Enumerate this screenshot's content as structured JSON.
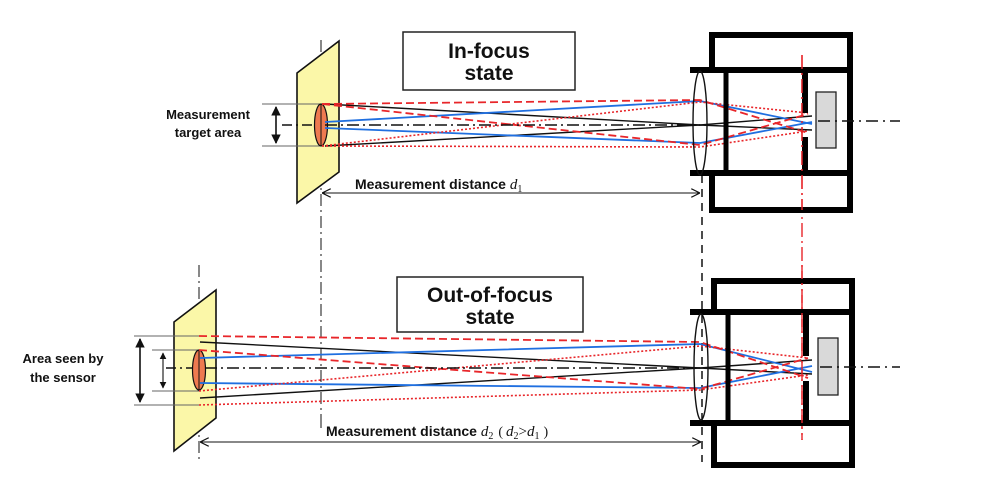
{
  "colors": {
    "target_fill": "#fbf7a8",
    "spot_fill": "#ee7a50",
    "sensor_fill": "#d9d9d9",
    "ray_blue": "#1f6fe0",
    "ray_red": "#e8262a",
    "ray_black": "#111111",
    "housing": "#000000"
  },
  "panels": [
    {
      "id": "in-focus",
      "title_line1": "In-focus",
      "title_line2": "state",
      "area_label_line1": "Measurement",
      "area_label_line2": "target area",
      "distance_label": "Measurement distance ",
      "distance_symbol": "d",
      "distance_sub": "1",
      "distance_note": ""
    },
    {
      "id": "out-of-focus",
      "title_line1": "Out-of-focus",
      "title_line2": "state",
      "area_label_line1": "Area seen by",
      "area_label_line2": "the sensor",
      "distance_label": "Measurement distance ",
      "distance_symbol": "d",
      "distance_sub": "2",
      "distance_note": {
        "open": "(",
        "lhs_symbol": "d",
        "lhs_sub": "2",
        "relation": ">",
        "rhs_symbol": "d",
        "rhs_sub": "1",
        "close": ")"
      }
    }
  ]
}
